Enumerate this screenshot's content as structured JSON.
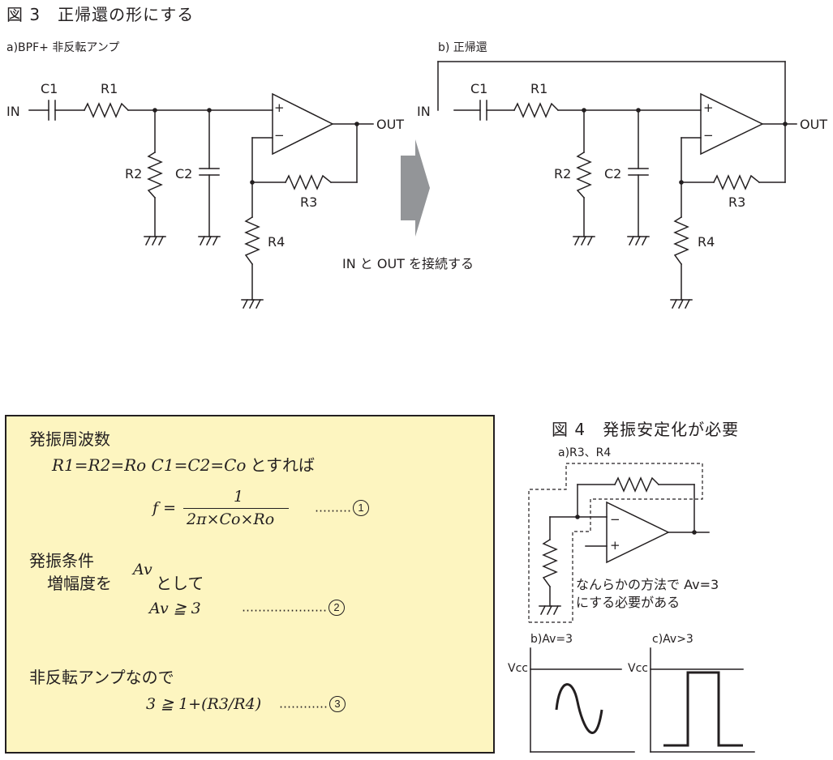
{
  "fig3": {
    "title": "図 3　正帰還の形にする",
    "panel_a": "a)BPF+ 非反転アンプ",
    "panel_b": "b) 正帰還",
    "arrow_caption": "IN と OUT を接続する",
    "labels": {
      "in": "IN",
      "out": "OUT",
      "c1": "C1",
      "r1": "R1",
      "r2": "R2",
      "c2": "C2",
      "r3": "R3",
      "r4": "R4",
      "plus": "+",
      "minus": "−"
    }
  },
  "box": {
    "h1": "発振周波数",
    "cond": "R1=R2=Ro  C1=C2=Co",
    "cond_jp": "とすれば",
    "f_lhs": "f =",
    "f_num": "1",
    "f_den": "2π×Co×Ro",
    "dots1": "………",
    "n1": "1",
    "h2": "発振条件",
    "gain_jp1": "増幅度を",
    "gain_var": "Av",
    "gain_jp2": "として",
    "ineq2": "Av ≧ 3",
    "dots2": "…………………",
    "n2": "2",
    "h3": "非反転アンプなので",
    "ineq3": "3 ≧ 1+(R3/R4)",
    "dots3": "…………",
    "n3": "3"
  },
  "fig4": {
    "title": "図 4　発振安定化が必要",
    "panel_a": "a)R3、R4",
    "note1": "なんらかの方法で Av=3",
    "note2": "にする必要がある",
    "panel_b": "b)Av=3",
    "panel_c": "c)Av>3",
    "vcc": "Vcc"
  }
}
